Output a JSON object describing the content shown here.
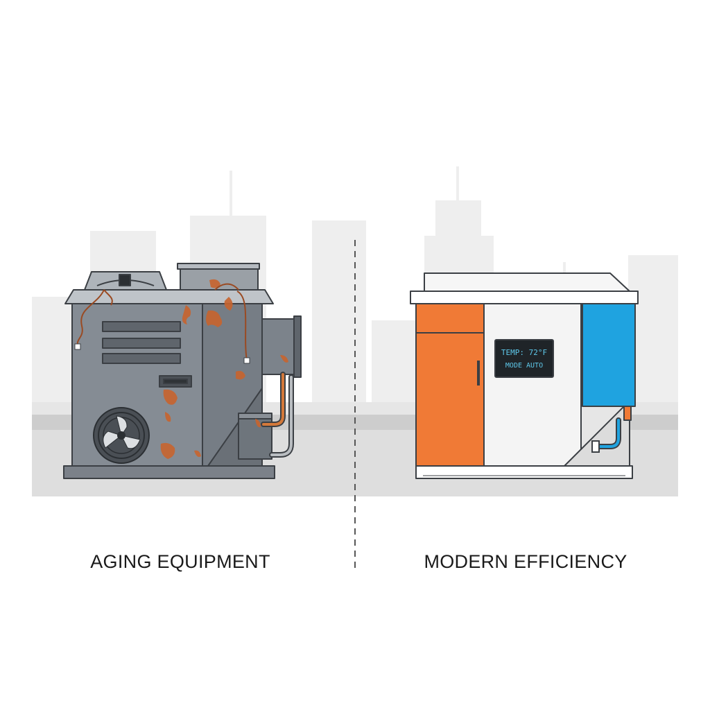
{
  "labels": {
    "left": "AGING EQUIPMENT",
    "right": "MODERN EFFICIENCY"
  },
  "display": {
    "line1": "TEMP: 72°F",
    "line2": "MODE AUTO"
  },
  "colors": {
    "background": "#ffffff",
    "skyline": "#ececec",
    "ground": "#d9d9d9",
    "old_unit": "#858c94",
    "rust": "#c8642e",
    "new_unit_body": "#f4f4f4",
    "accent_orange": "#f07a36",
    "accent_blue": "#1fa3e0",
    "display_bg": "#1f2428",
    "display_text": "#5ec8ea"
  },
  "icons": {
    "old_fan": "fan-icon",
    "divider": "dashed-divider"
  }
}
